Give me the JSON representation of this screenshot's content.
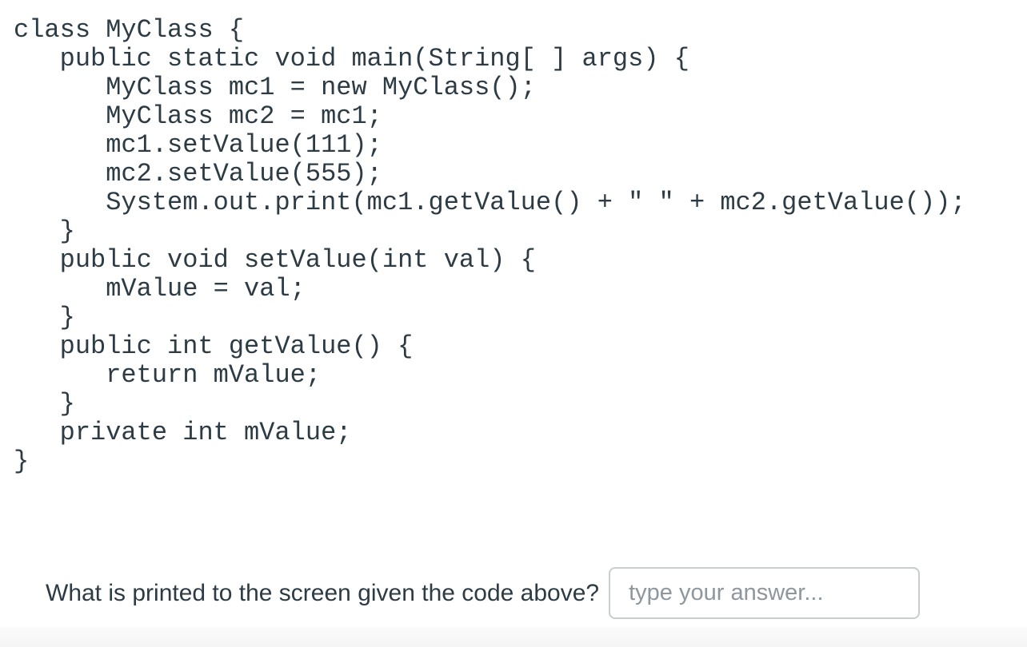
{
  "page": {
    "background_color": "#ffffff",
    "footer_strip_color": "#f7f7f8"
  },
  "code_block": {
    "language": "java",
    "text_color": "#2d3b45",
    "lines": [
      "class MyClass {",
      "   public static void main(String[ ] args) {",
      "      MyClass mc1 = new MyClass();",
      "      MyClass mc2 = mc1;",
      "      mc1.setValue(111);",
      "      mc2.setValue(555);",
      "      System.out.print(mc1.getValue() + \" \" + mc2.getValue());",
      "   }",
      "   public void setValue(int val) {",
      "      mValue = val;",
      "   }",
      "   public int getValue() {",
      "      return mValue;",
      "   }",
      "   private int mValue;",
      "}"
    ]
  },
  "question": {
    "prompt": "What is printed to the screen given the code above?",
    "answer_input": {
      "value": "",
      "placeholder": "type your answer...",
      "border_color": "#c7cdd1",
      "placeholder_color": "#8e969e"
    }
  }
}
